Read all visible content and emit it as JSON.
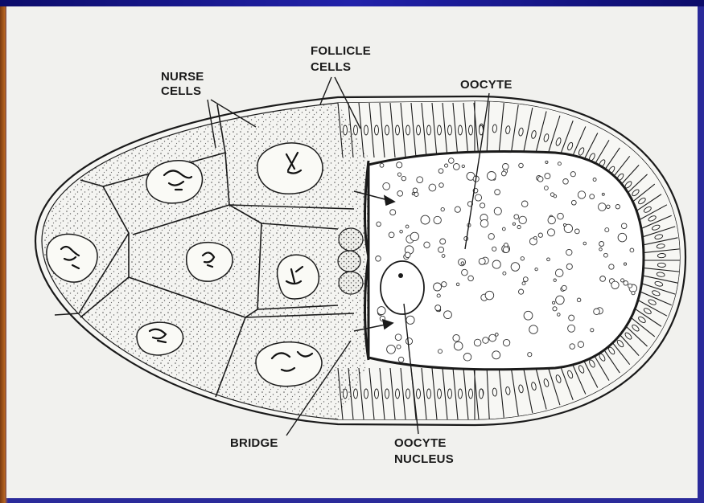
{
  "diagram": {
    "labels": {
      "nurse_cells_line1": "NURSE",
      "nurse_cells_line2": "CELLS",
      "follicle_cells_line1": "FOLLICLE",
      "follicle_cells_line2": "CELLS",
      "oocyte": "OOCYTE",
      "bridge": "BRIDGE",
      "oocyte_nucleus_line1": "OOCYTE",
      "oocyte_nucleus_line2": "NUCLEUS"
    },
    "colors": {
      "ink": "#1a1a1a",
      "paper": "#f1f1ee",
      "slide_blue": "#1a1a8c"
    }
  }
}
